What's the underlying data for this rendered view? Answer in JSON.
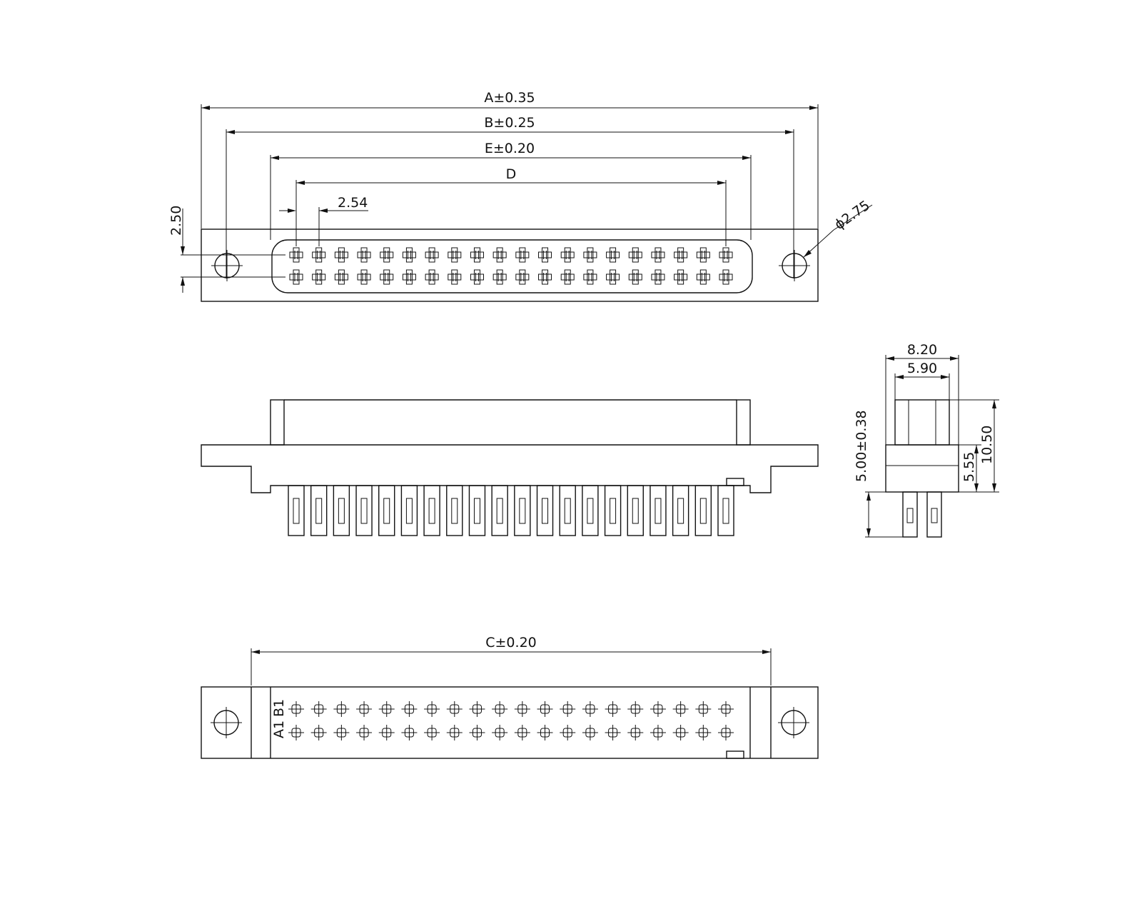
{
  "labels": {
    "dim_a": "A±0.35",
    "dim_b": "B±0.25",
    "dim_e": "E±0.20",
    "dim_d": "D",
    "dim_pitch": "2.54",
    "dim_row": "2.50",
    "dim_hole": "ϕ2.75",
    "dim_c": "C±0.20",
    "dim_820": "8.20",
    "dim_590": "5.90",
    "dim_500": "5.00±0.38",
    "dim_555": "5.55",
    "dim_1050": "10.50",
    "row_b": "B1",
    "row_a": "A1"
  },
  "connector": {
    "pins_per_row": 20,
    "rows": 2
  }
}
